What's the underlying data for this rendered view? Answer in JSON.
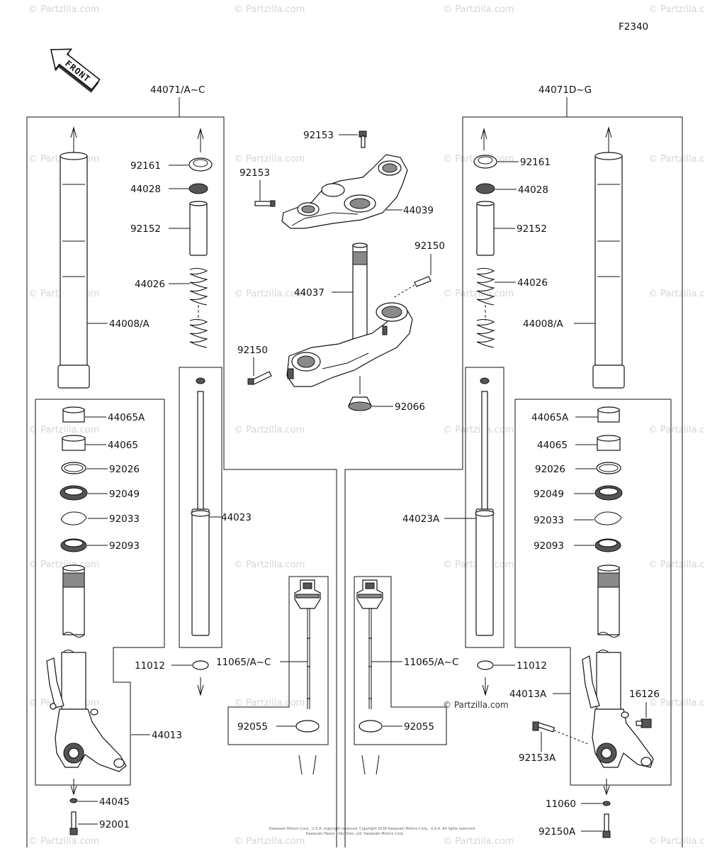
{
  "diagram_code": "F2340",
  "front_label": "FRONT",
  "watermark": "© Partzilla.com",
  "copyright": [
    "Kawasaki Motors Corp., U.S.A. copyright reserved. Copyright 2018 Kawasaki Motors Corp., U.S.A. All rights reserved.",
    "Kawasaki Heavy Industries, Ltd. Kawasaki Motors Corp."
  ],
  "labels": {
    "assy_left": "44071/A~C",
    "assy_right": "44071D~G",
    "l_92161": "92161",
    "l_44028": "44028",
    "l_92152": "92152",
    "l_44026": "44026",
    "l_44008": "44008/A",
    "l_44065A": "44065A",
    "l_44065": "44065",
    "l_92026": "92026",
    "l_92049": "92049",
    "l_92033": "92033",
    "l_92093": "92093",
    "l_44023": "44023",
    "l_11012": "11012",
    "l_44013": "44013",
    "l_44045": "44045",
    "l_92001": "92001",
    "l_11065": "11065/A~C",
    "l_92055": "92055",
    "c_92153a": "92153",
    "c_92153b": "92153",
    "c_44039": "44039",
    "c_92150a": "92150",
    "c_44037": "44037",
    "c_92150b": "92150",
    "c_92066": "92066",
    "r_92161": "92161",
    "r_44028": "44028",
    "r_92152": "92152",
    "r_44026": "44026",
    "r_44008": "44008/A",
    "r_44065A": "44065A",
    "r_44065": "44065",
    "r_92026": "92026",
    "r_92049": "92049",
    "r_92033": "92033",
    "r_92093": "92093",
    "r_44023A": "44023A",
    "r_11065": "11065/A~C",
    "r_11012": "11012",
    "r_44013A": "44013A",
    "r_16126": "16126",
    "r_92055": "92055",
    "r_92153A": "92153A",
    "r_11060": "11060",
    "r_92150A": "92150A"
  }
}
